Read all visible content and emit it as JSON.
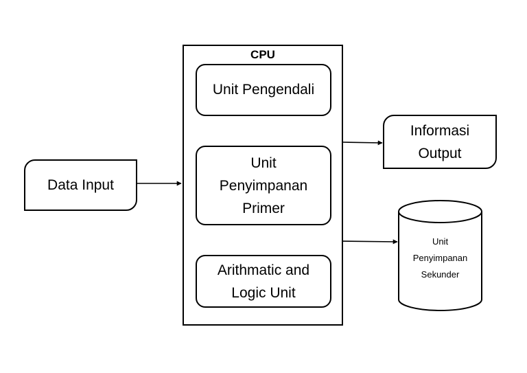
{
  "cpu": {
    "title": "CPU",
    "control_unit": "Unit Pengendali",
    "primary_storage": [
      "Unit",
      "Penyimpanan",
      "Primer"
    ],
    "alu": [
      "Arithmatic and",
      "Logic Unit"
    ]
  },
  "input": {
    "label": "Data Input"
  },
  "output": {
    "label": [
      "Informasi",
      "Output"
    ]
  },
  "secondary_storage": {
    "label": [
      "Unit",
      "Penyimpanan",
      "Sekunder"
    ]
  }
}
